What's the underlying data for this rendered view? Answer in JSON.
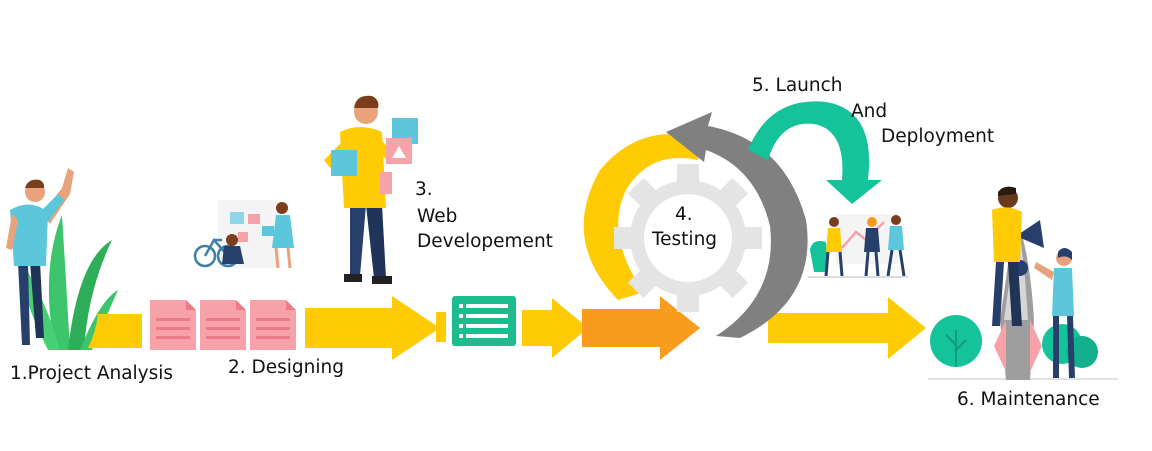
{
  "steps": {
    "s1": "1.Project Analysis",
    "s2": "2. Designing",
    "s3": {
      "num": "3.",
      "line1": "Web",
      "line2": "Developement"
    },
    "s4": {
      "num": "4.",
      "word": "Testing"
    },
    "s5": {
      "line1": "5. Launch",
      "line2": "And",
      "line3": "Deployment"
    },
    "s6": "6. Maintenance"
  },
  "colors": {
    "yellow": "#FFCB05",
    "orange": "#F99B1C",
    "gray": "#808080",
    "teal": "#14C39A",
    "pink": "#F7A1A8",
    "green_doc": "#1DBC8F",
    "skin": "#E8A27C",
    "navy": "#263F6B",
    "cyan_shirt": "#5CC7DA"
  },
  "icons": [
    "person-waving-icon",
    "document-icon",
    "developer-icon",
    "gear-icon",
    "cycle-arrows-icon",
    "launch-arrow-icon",
    "team-meeting-icon",
    "rocket-icon"
  ]
}
